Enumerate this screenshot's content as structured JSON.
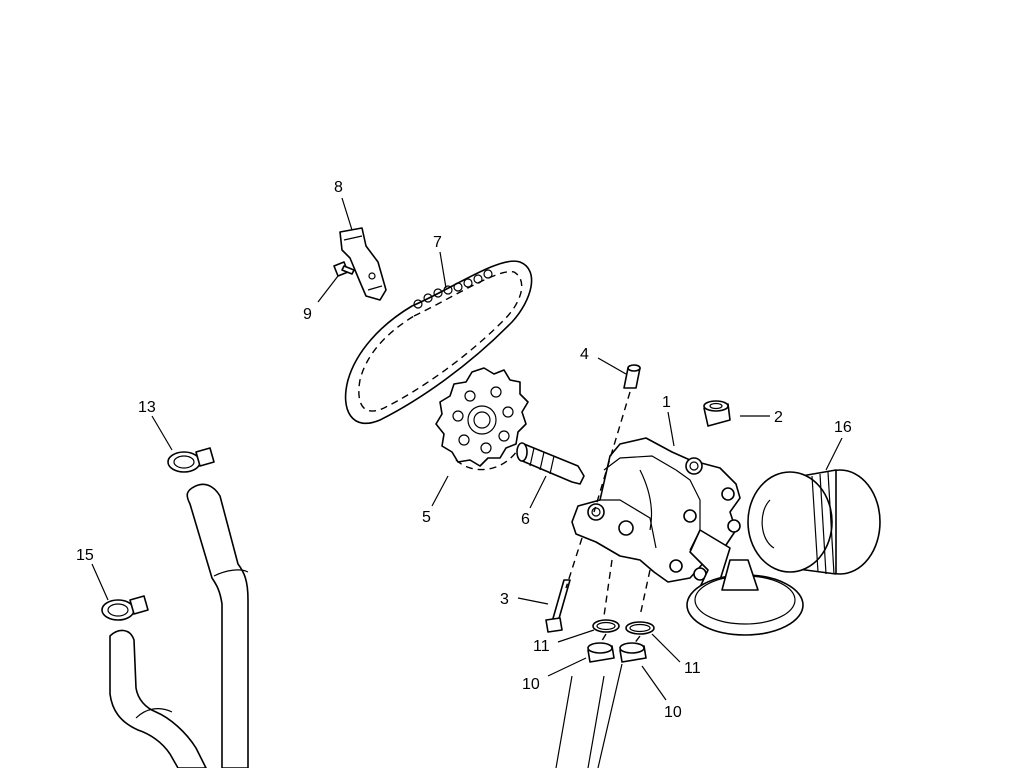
{
  "callouts": {
    "c1": "1",
    "c2": "2",
    "c3": "3",
    "c4": "4",
    "c5": "5",
    "c6": "6",
    "c7": "7",
    "c8": "8",
    "c9": "9",
    "c10a": "10",
    "c10b": "10",
    "c11a": "11",
    "c11b": "11",
    "c13": "13",
    "c15": "15",
    "c16": "16"
  }
}
